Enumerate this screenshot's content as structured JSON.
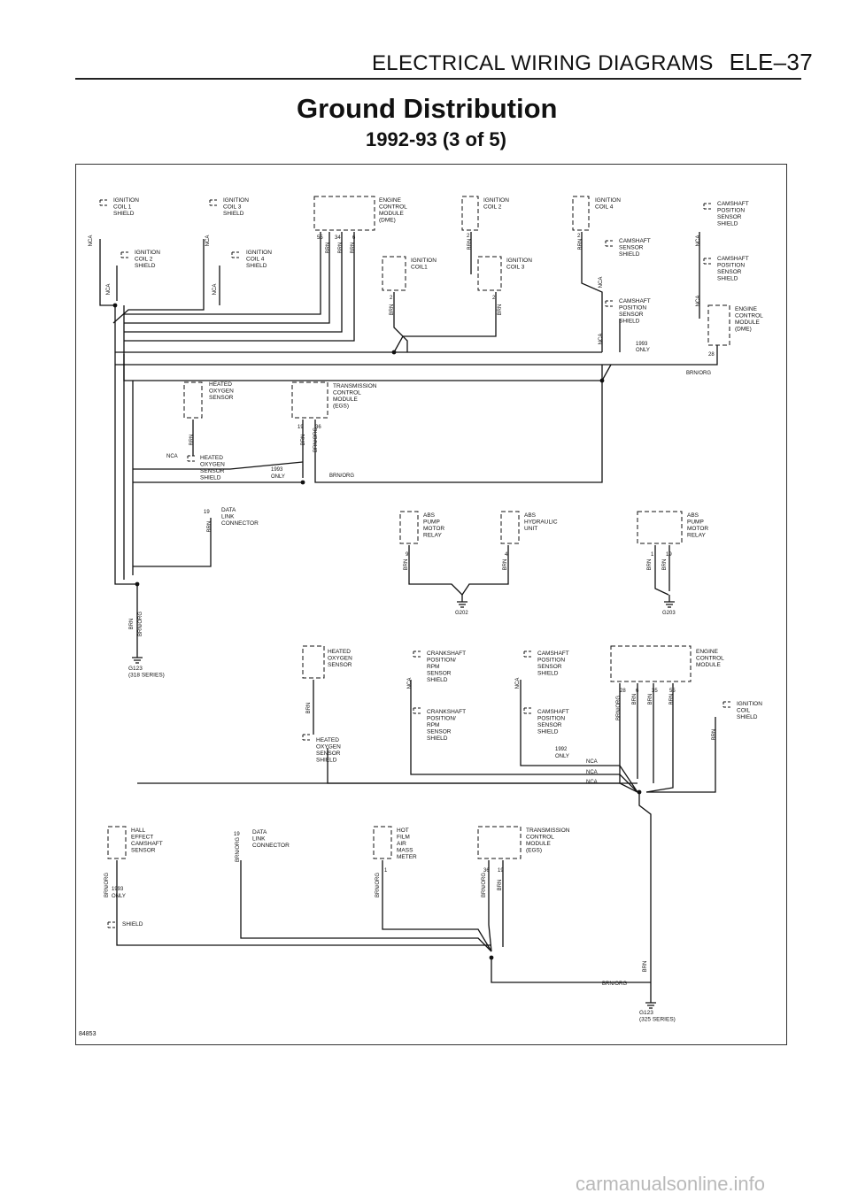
{
  "header": {
    "section": "ELECTRICAL WIRING DIAGRAMS",
    "code": "ELE–37"
  },
  "title": "Ground Distribution",
  "subtitle": "1992-93 (3 of 5)",
  "figure_number": "84853",
  "watermark": "carmanualsonline.info",
  "components": {
    "ign_coil1": [
      "IGNITION",
      "COIL 1",
      "SHIELD"
    ],
    "ign_coil3_shield": [
      "IGNITION",
      "COIL 3",
      "SHIELD"
    ],
    "dme_top": [
      "ENGINE",
      "CONTROL",
      "MODULE",
      "(DME)"
    ],
    "ign_coil2_top": [
      "IGNITION",
      "COIL 2"
    ],
    "ign_coil4_top": [
      "IGNITION",
      "COIL 4"
    ],
    "cam_pos_sensor_shield_a": [
      "CAMSHAFT",
      "POSITION",
      "SENSOR",
      "SHIELD"
    ],
    "ign_coil2_shield": [
      "IGNITION",
      "COIL 2",
      "SHIELD"
    ],
    "ign_coil4_shield": [
      "IGNITION",
      "COIL 4",
      "SHIELD"
    ],
    "ign_coil1_top": [
      "IGNITION",
      "COIL1"
    ],
    "ign_coil3_top": [
      "IGNITION",
      "COIL 3"
    ],
    "cam_pos_sensor_shield_b": [
      "CAMSHAFT",
      "SENSOR",
      "SHIELD"
    ],
    "cam_pos_sensor_shield_c": [
      "CAMSHAFT",
      "POSITION",
      "SENSOR",
      "SHIELD"
    ],
    "cam_pos_sensor_shield_d": [
      "CAMSHAFT",
      "POSITION",
      "SENSOR",
      "SHIELD"
    ],
    "dme_right": [
      "ENGINE",
      "CONTROL",
      "MODULE",
      "(DME)"
    ],
    "heated_o2_1": [
      "HEATED",
      "OXYGEN",
      "SENSOR"
    ],
    "egs_top": [
      "TRANSMISSION",
      "CONTROL",
      "MODULE",
      "(EGS)"
    ],
    "heated_o2_shield_1": [
      "HEATED",
      "OXYGEN",
      "SENSOR",
      "SHIELD"
    ],
    "data_link_1": [
      "DATA",
      "LINK",
      "CONNECTOR"
    ],
    "abs_pump_relay": [
      "ABS",
      "PUMP",
      "MOTOR",
      "RELAY"
    ],
    "abs_hydraulic": [
      "ABS",
      "HYDRAULIC",
      "UNIT"
    ],
    "abs_pump_motor_relay": [
      "ABS",
      "PUMP",
      "MOTOR",
      "RELAY"
    ],
    "heated_o2_2": [
      "HEATED",
      "OXYGEN",
      "SENSOR"
    ],
    "crank_pos_shield_a": [
      "CRANKSHAFT",
      "POSITION/",
      "RPM",
      "SENSOR",
      "SHIELD"
    ],
    "cam_pos_shield_e": [
      "CAMSHAFT",
      "POSITION",
      "SENSOR",
      "SHIELD"
    ],
    "dme_lower": [
      "ENGINE",
      "CONTROL",
      "MODULE"
    ],
    "ign_coil_shield_lower": [
      "IGNITION",
      "COIL",
      "SHIELD"
    ],
    "crank_pos_shield_b": [
      "CRANKSHAFT",
      "POSITION/",
      "RPM",
      "SENSOR",
      "SHIELD"
    ],
    "cam_pos_shield_f": [
      "CAMSHAFT",
      "POSITION",
      "SENSOR",
      "SHIELD"
    ],
    "heated_o2_shield_2": [
      "HEATED",
      "OXYGEN",
      "SENSOR",
      "SHIELD"
    ],
    "hall_effect": [
      "HALL",
      "EFFECT",
      "CAMSHAFT",
      "SENSOR"
    ],
    "data_link_2": [
      "DATA",
      "LINK",
      "CONNECTOR"
    ],
    "hfm": [
      "HOT",
      "FILM",
      "AIR",
      "MASS",
      "METER"
    ],
    "egs_lower": [
      "TRANSMISSION",
      "CONTROL",
      "MODULE",
      "(EGS)"
    ],
    "shield_lower_left": [
      "SHIELD"
    ]
  },
  "notes": {
    "year_only": [
      "1993",
      "ONLY"
    ],
    "year_only_1992": [
      "1992",
      "ONLY"
    ]
  },
  "wires": {
    "brn": "BRN",
    "brn_org": "BRN/ORG",
    "nca": "NCA"
  },
  "grounds": {
    "g123_318": [
      "G123",
      "(318 SERIES)"
    ],
    "g202": [
      "G202"
    ],
    "g203": [
      "G203"
    ],
    "g123_325": [
      "G123",
      "(325 SERIES)"
    ]
  },
  "pins": [
    "55",
    "34",
    "6",
    "2",
    "2",
    "28",
    "19",
    "36",
    "9",
    "4",
    "1",
    "19",
    "28",
    "6",
    "35",
    "55",
    "1",
    "36",
    "19"
  ]
}
